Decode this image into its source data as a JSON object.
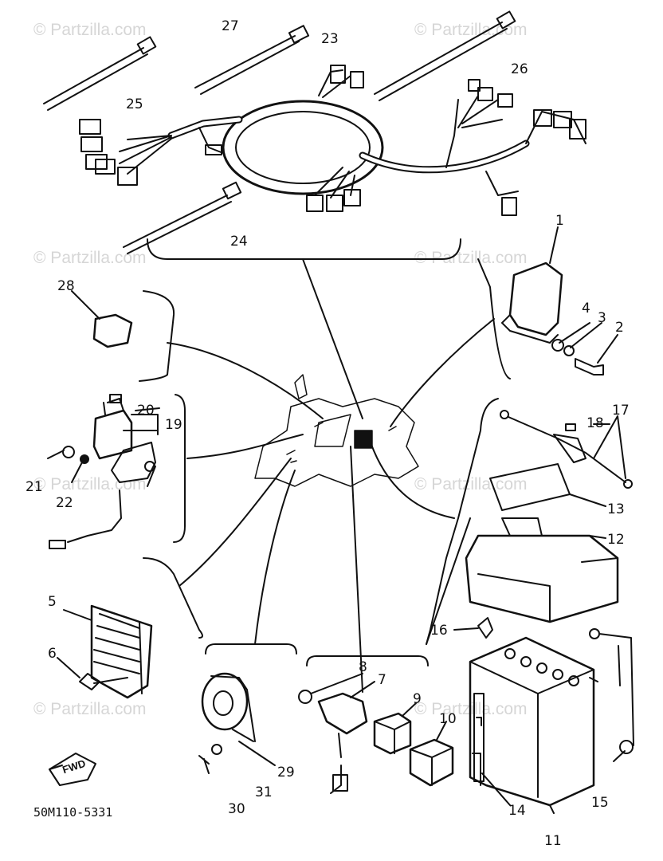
{
  "diagram": {
    "drawing_code": "50M110-5331",
    "direction_marker": "FWD",
    "watermark": "© Partzilla.com",
    "callouts": [
      "1",
      "2",
      "3",
      "4",
      "5",
      "6",
      "7",
      "8",
      "9",
      "10",
      "11",
      "12",
      "13",
      "14",
      "15",
      "16",
      "17",
      "18",
      "19",
      "20",
      "21",
      "22",
      "23",
      "24",
      "25",
      "26",
      "27",
      "28",
      "29",
      "30",
      "31"
    ]
  },
  "colors": {
    "ink": "#111111",
    "watermark": "#d6d6d6",
    "background": "#ffffff"
  }
}
